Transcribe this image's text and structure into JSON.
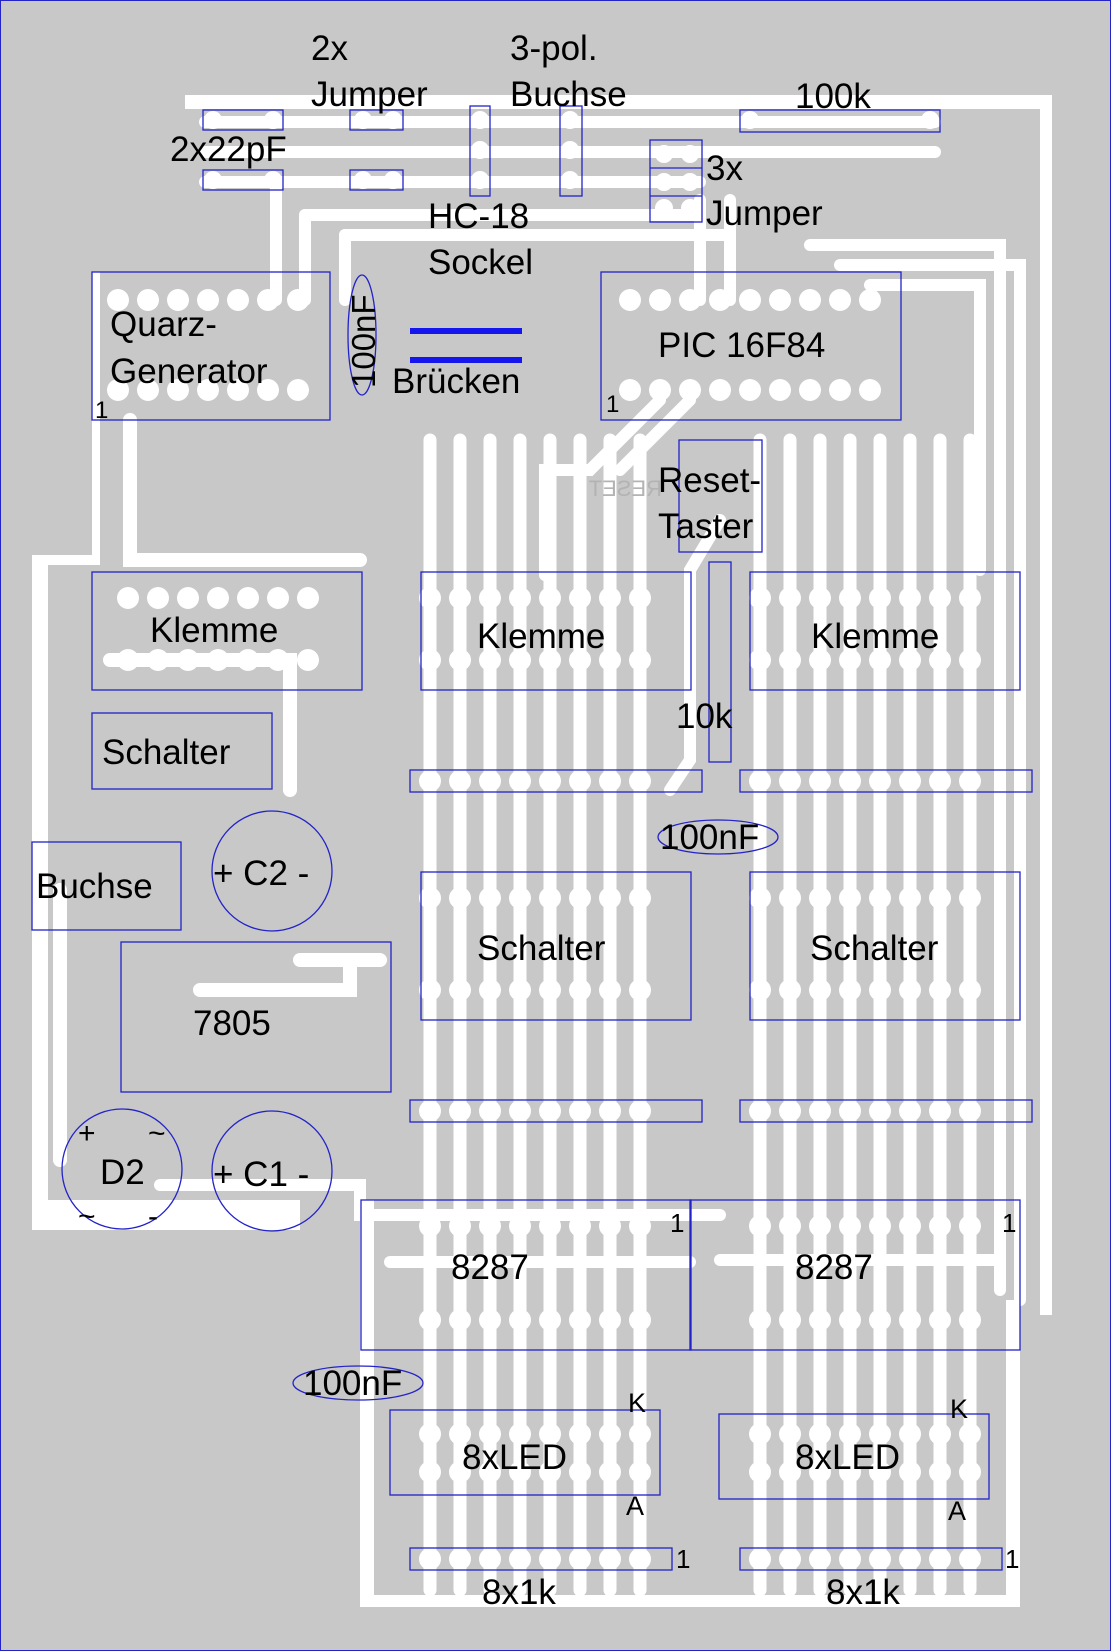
{
  "board": {
    "colors": {
      "background": "#c8c8c8",
      "copper": "#ffffff",
      "outline": "#2323c8",
      "bridge": "#1515ee",
      "text": "#000000"
    }
  },
  "labels": {
    "jumper2_line1": "2x",
    "jumper2_line2": "Jumper",
    "buchse3_line1": "3-pol.",
    "buchse3_line2": "Buchse",
    "res100k": "100k",
    "cap2x22": "2x22pF",
    "jumper3_line1": "3x",
    "jumper3_line2": "Jumper",
    "hc18_line1": "HC-18",
    "hc18_line2": "Sockel",
    "quarz_line1": "Quarz-",
    "quarz_line2": "Generator",
    "cap100nF_top": "100nF",
    "bruecken": "Brücken",
    "pic": "PIC 16F84",
    "pin1_quarz": "1",
    "pin1_pic": "1",
    "reset_silk": "RESET",
    "reset_line1": "Reset-",
    "reset_line2": "Taster",
    "klemme_left": "Klemme",
    "klemme_mid": "Klemme",
    "klemme_right": "Klemme",
    "schalter_small": "Schalter",
    "res10k": "10k",
    "cap100nF_mid": "100nF",
    "buchse": "Buchse",
    "c2": "+ C2 -",
    "schalter_mid": "Schalter",
    "schalter_right": "Schalter",
    "reg7805": "7805",
    "d2": "D2",
    "d2_plus": "+",
    "d2_tilde1": "~",
    "d2_tilde2": "~",
    "d2_minus": "-",
    "c1": "+ C1 -",
    "ic8287_left": "8287",
    "ic8287_right": "8287",
    "pin1_8287_left": "1",
    "pin1_8287_right": "1",
    "cap100nF_bottom": "100nF",
    "led_left": "8xLED",
    "led_right": "8xLED",
    "k_left": "K",
    "k_right": "K",
    "a_left": "A",
    "a_right": "A",
    "pin1_res_left": "1",
    "pin1_res_right": "1",
    "res8x1k_left": "8x1k",
    "res8x1k_right": "8x1k"
  }
}
